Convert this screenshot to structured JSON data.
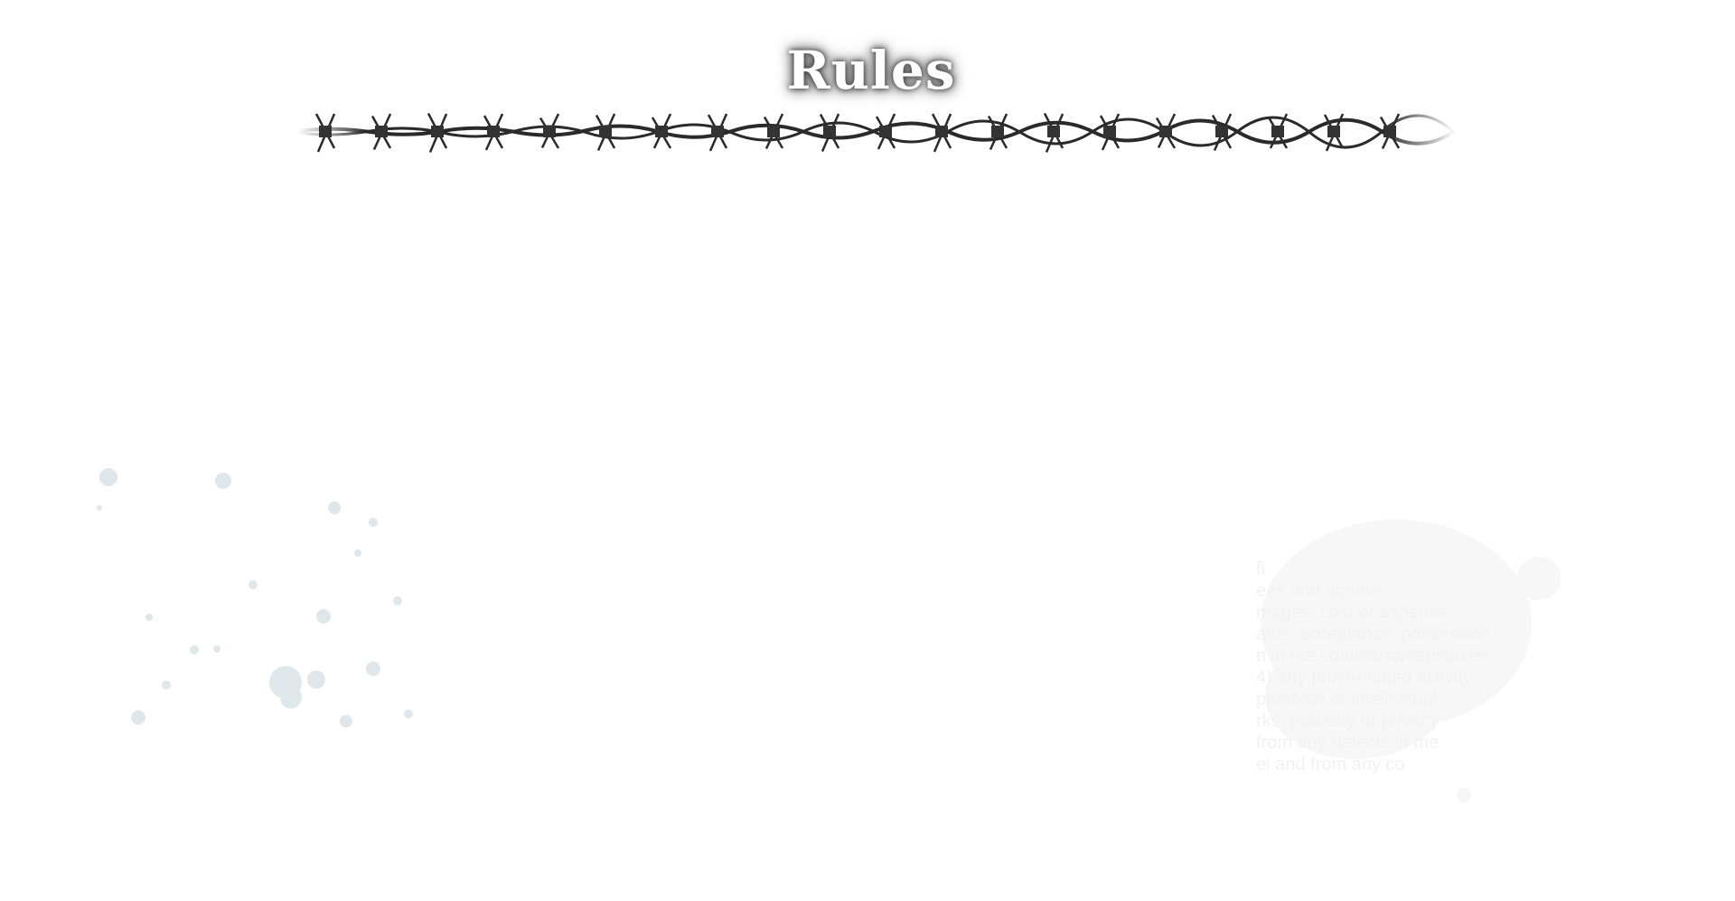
{
  "page": {
    "title": "Rules",
    "background_text": [
      "fi",
      "ees and agents",
      "mages, cost or expense",
      "ants' acceptance, possession,",
      "n in the contest/sweepstakes,",
      "4) any prize-related activity,",
      "personal or intellectual",
      "rks, publicity or privacy",
      "from any defects in the",
      "ei and from any co"
    ]
  },
  "colors": {
    "wire": "#2a2a2a",
    "splatter": "#dfe7ea",
    "title_shadow": "#444444"
  }
}
